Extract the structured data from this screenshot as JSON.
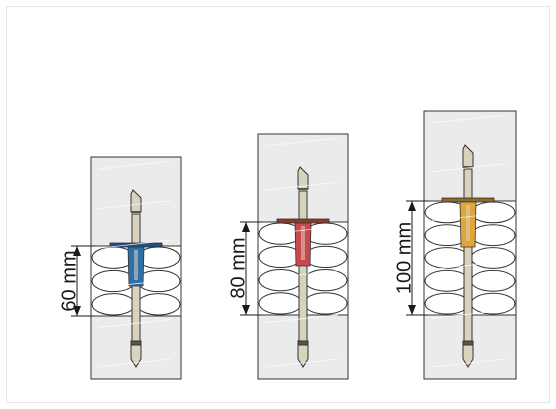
{
  "figure": {
    "colors": {
      "wall": "#ebebeb",
      "wall_outline": "#333333",
      "insulation": "#ffffff",
      "rod": "#d8d3bc",
      "rod_outline": "#333333",
      "rod_dark": "#5a5646"
    },
    "anchors": [
      {
        "dimension_label": "60 mm",
        "sleeve_color": "#2f6fa8",
        "washer_color": "#1d4f86"
      },
      {
        "dimension_label": "80 mm",
        "sleeve_color": "#c9474e",
        "washer_color": "#8e3a2c"
      },
      {
        "dimension_label": "100 mm",
        "sleeve_color": "#e0a63a",
        "washer_color": "#8a6b2a"
      }
    ]
  }
}
